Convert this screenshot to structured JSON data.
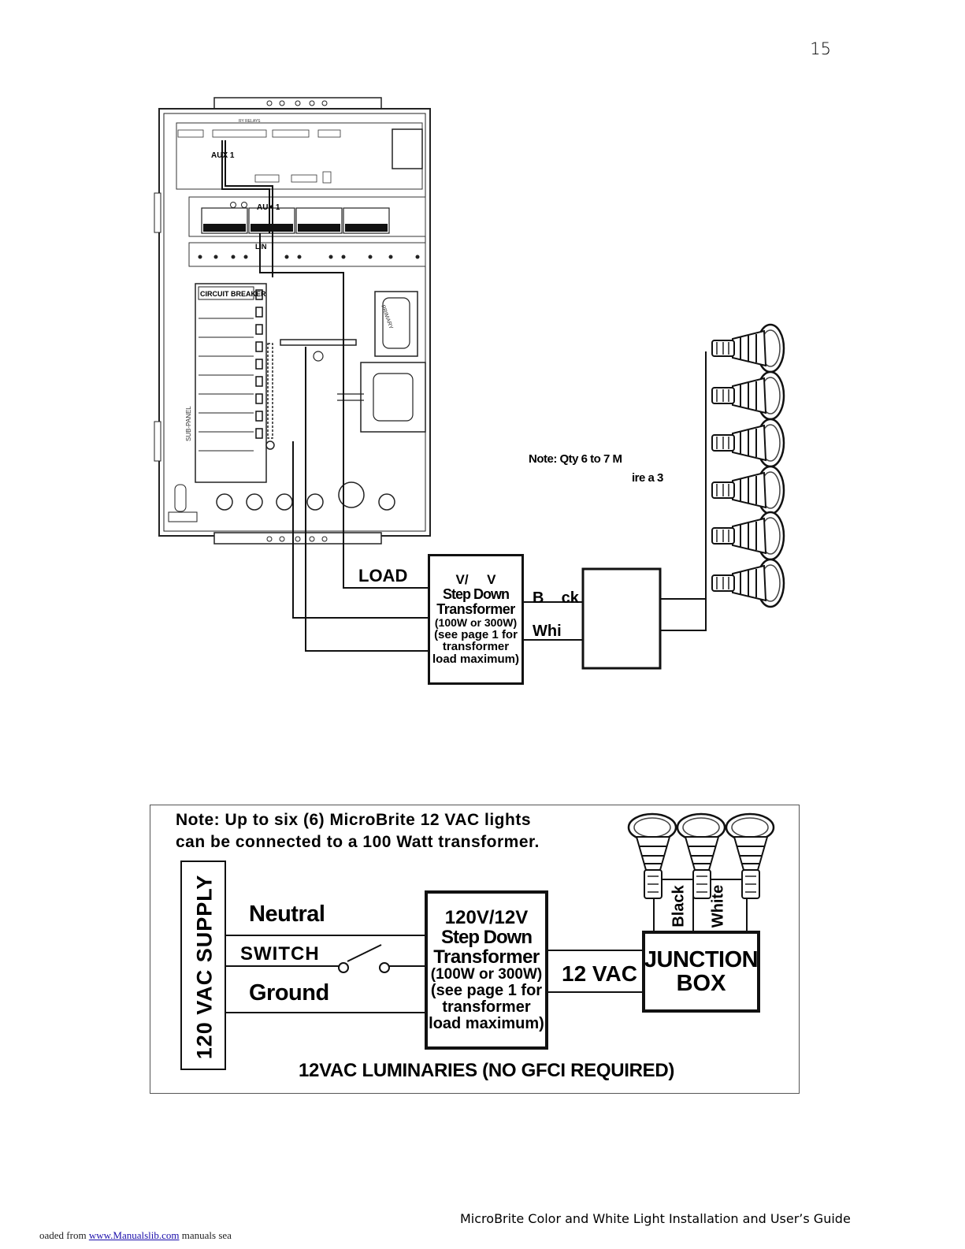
{
  "page_number": "15",
  "top_diagram": {
    "panel_labels": {
      "relays": "RY RELAYS",
      "aux_top": "AUX 1",
      "aux_bus": "AUX 1",
      "line": "LIN",
      "circuit_breaker": "CIRCUIT BREAKER",
      "sub_panel": "SUB-PANEL",
      "primary": "PRIMARY"
    },
    "load_label": "LOAD",
    "transformer": {
      "line1": "V/     V",
      "line2": "Step Down",
      "line3": "Transformer",
      "line4": "(100W or 300W)",
      "line5": "(see page 1 for",
      "line6": "transformer",
      "line7": "load maximum)"
    },
    "wire_black": "B    ck",
    "wire_white": "Whi",
    "note_line1": "Note: Qty 6 to 7 M",
    "note_line2": "ire a 3"
  },
  "bottom_diagram": {
    "note_line1": "Note: Up to six (6) MicroBrite 12 VAC lights",
    "note_line2": "can be connected to a 100 Watt transformer.",
    "supply": "120 VAC SUPPLY",
    "neutral": "Neutral",
    "switch": "SWITCH",
    "ground": "Ground",
    "transformer": {
      "line1": "120V/12V",
      "line2": "Step Down",
      "line3": "Transformer",
      "line4": "(100W or 300W)",
      "line5": "(see page 1 for",
      "line6": "transformer",
      "line7": "load maximum)"
    },
    "vac_label": "12 VAC",
    "junction_box_line1": "JUNCTION",
    "junction_box_line2": "BOX",
    "black": "Black",
    "white": "White",
    "caption": "12VAC LUMINARIES (NO GFCI REQUIRED)"
  },
  "footer": {
    "guide_title": "MicroBrite Color and White Light Installation and User’s Guide",
    "source_prefix": "oaded from",
    "source_link": "www.Manualslib.com",
    "source_suffix": " manuals sea"
  }
}
